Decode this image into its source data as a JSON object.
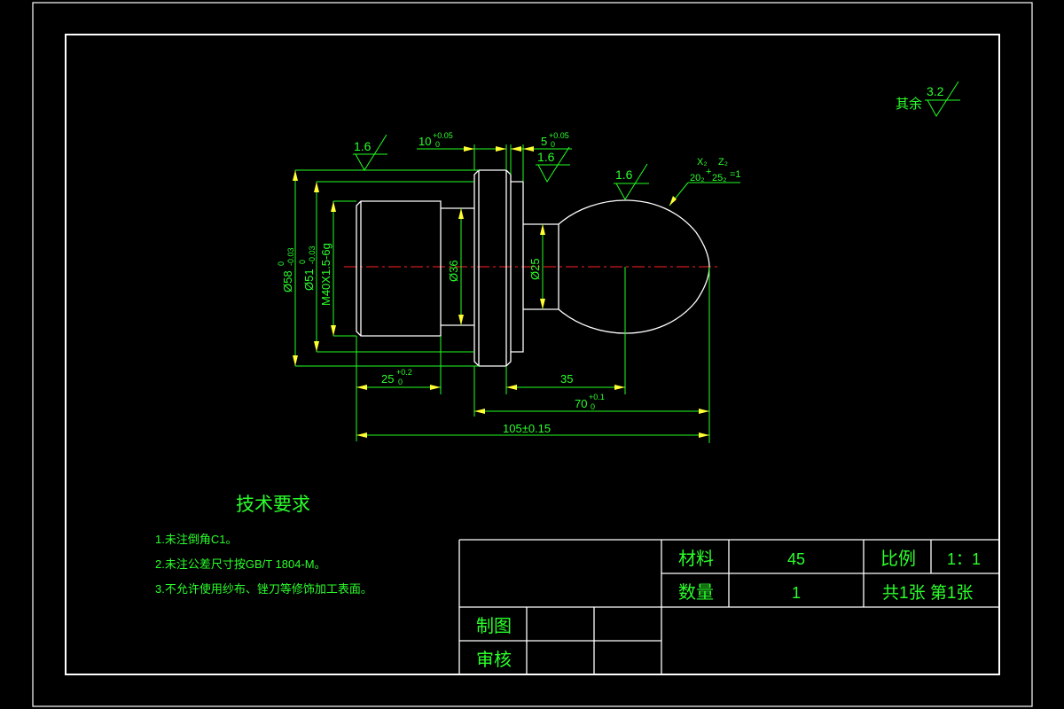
{
  "roughness": {
    "general": {
      "label": "其余",
      "value": "3.2"
    },
    "left_flange": "1.6",
    "right_flange": "1.6",
    "ball": "1.6"
  },
  "dimensions": {
    "d58": {
      "text": "Ø58",
      "upper": "0",
      "lower": "-0.03"
    },
    "d51": {
      "text": "Ø51",
      "upper": "0",
      "lower": "-0.03"
    },
    "thread": {
      "text": "M40X1.5-6g"
    },
    "d36": {
      "text": "Ø36"
    },
    "d25": {
      "text": "Ø25"
    },
    "len10": {
      "text": "10",
      "upper": "+0.05",
      "lower": "0"
    },
    "len5": {
      "text": "5",
      "upper": "+0.05",
      "lower": "0"
    },
    "len25": {
      "text": "25",
      "upper": "+0.2",
      "lower": "0"
    },
    "len35": {
      "text": "35"
    },
    "len70": {
      "text": "70",
      "upper": "+0.1",
      "lower": "0"
    },
    "len105": {
      "text": "105±0.15"
    }
  },
  "ellipse_note": {
    "line1_a": "X₂",
    "line1_b": "Z₂",
    "line2_a": "20₂",
    "line2_b": "25₂",
    "line2_c": "=1",
    "plus": "+"
  },
  "tech_req": {
    "title": "技术要求",
    "items": [
      "1.未注倒角C1。",
      "2.未注公差尺寸按GB/T 1804-M。",
      "3.不允许使用纱布、锉刀等修饰加工表面。"
    ]
  },
  "title_block": {
    "material_label": "材料",
    "material_value": "45",
    "scale_label": "比例",
    "scale_value": "1：1",
    "qty_label": "数量",
    "qty_value": "1",
    "sheets": "共1张 第1张",
    "drawn_label": "制图",
    "checked_label": "审核"
  }
}
